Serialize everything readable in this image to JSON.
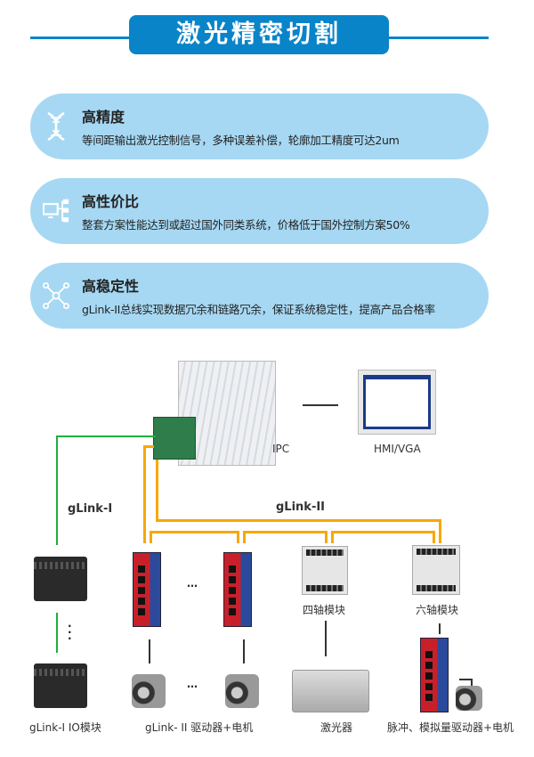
{
  "header": {
    "title": "激光精密切割"
  },
  "features": [
    {
      "icon": "dna-icon",
      "title": "高精度",
      "desc": "等间距输出激光控制信号，多种误差补偿，轮廓加工精度可达2um"
    },
    {
      "icon": "network-computer-icon",
      "title": "高性价比",
      "desc": "整套方案性能达到或超过国外同类系统，价格低于国外控制方案50%"
    },
    {
      "icon": "node-hub-icon",
      "title": "高稳定性",
      "desc": "gLink-II总线实现数据冗余和链路冗余，保证系统稳定性，提高产品合格率"
    }
  ],
  "diagram": {
    "ipc_label": "IPC",
    "hmi_label": "HMI/VGA",
    "bus1_label": "gLink-I",
    "bus2_label": "gLink-II",
    "four_axis_label": "四轴模块",
    "six_axis_label": "六轴模块",
    "ellipsis": "…",
    "bottom_labels": [
      "gLink-I  IO模块",
      "gLink- II  驱动器+电机",
      "激光器",
      "脉冲、模拟量驱动器+电机"
    ],
    "colors": {
      "glink1": "#1fae3c",
      "glink2": "#f7a800",
      "accent": "#0a84c8",
      "card": "#a6d8f3"
    }
  }
}
